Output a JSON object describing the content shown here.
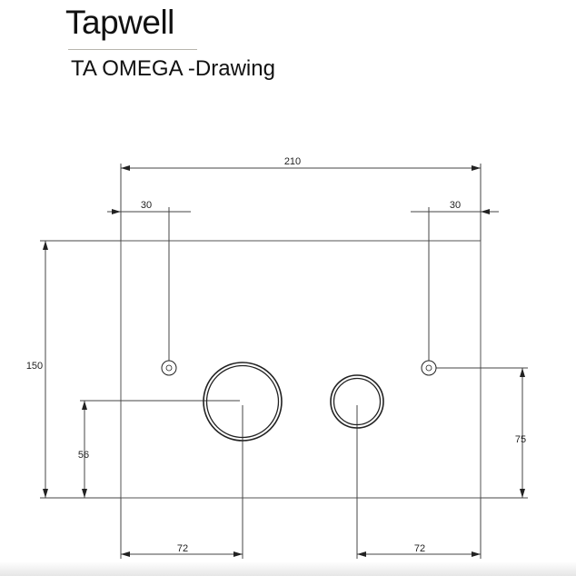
{
  "header": {
    "brand": "Tapwell",
    "title": "TA OMEGA -Drawing"
  },
  "drawing": {
    "units": "mm",
    "dimensions": {
      "overall_width": "210",
      "overall_height": "150",
      "hole_left_offset": "30",
      "hole_right_offset": "30",
      "left_button_height": "56",
      "right_hole_height": "75",
      "left_button_x": "72",
      "right_button_x": "72"
    }
  }
}
